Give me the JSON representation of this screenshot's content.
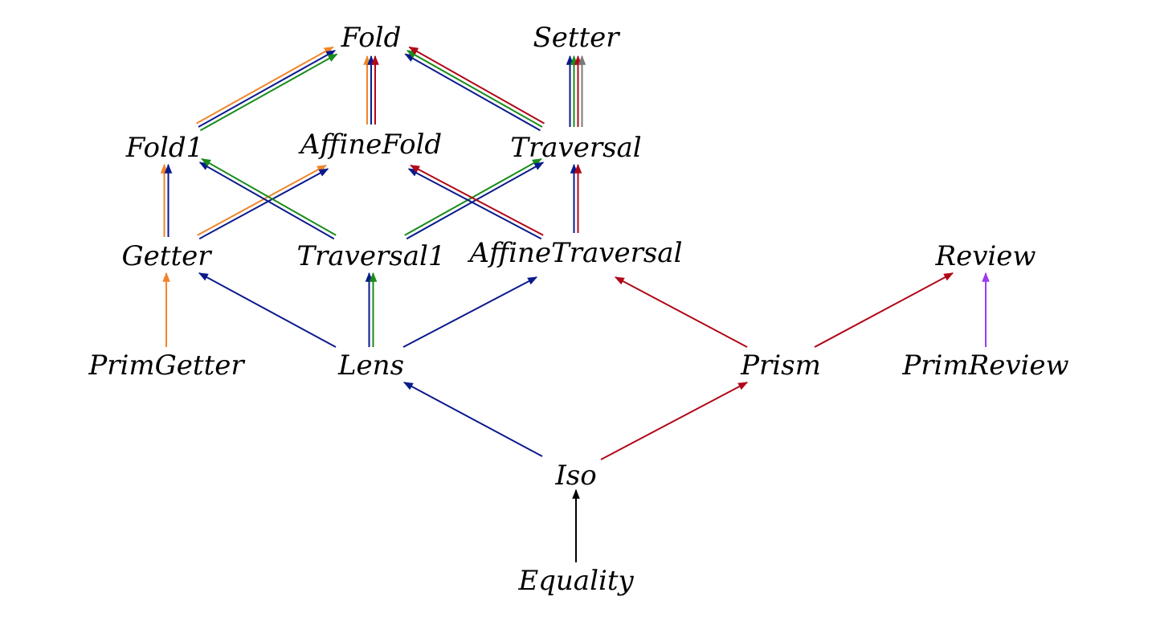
{
  "colors": {
    "blue": "#0a1a8c",
    "orange": "#f0852a",
    "red": "#b00818",
    "green": "#1a8c1a",
    "gray": "#7a7a7a",
    "purple": "#9a3af0",
    "black": "#000000"
  },
  "nodes": [
    {
      "id": "fold",
      "label": "Fold"
    },
    {
      "id": "setter",
      "label": "Setter"
    },
    {
      "id": "fold1",
      "label": "Fold1"
    },
    {
      "id": "affinefold",
      "label": "AffineFold"
    },
    {
      "id": "traversal",
      "label": "Traversal"
    },
    {
      "id": "getter",
      "label": "Getter"
    },
    {
      "id": "traversal1",
      "label": "Traversal1"
    },
    {
      "id": "affinetraversal",
      "label": "AffineTraversal"
    },
    {
      "id": "review",
      "label": "Review"
    },
    {
      "id": "primgetter",
      "label": "PrimGetter"
    },
    {
      "id": "lens",
      "label": "Lens"
    },
    {
      "id": "prism",
      "label": "Prism"
    },
    {
      "id": "primreview",
      "label": "PrimReview"
    },
    {
      "id": "iso",
      "label": "Iso"
    },
    {
      "id": "equality",
      "label": "Equality"
    }
  ],
  "edges": [
    {
      "from": "fold1",
      "to": "fold",
      "colors": [
        "orange",
        "blue",
        "green"
      ]
    },
    {
      "from": "affinefold",
      "to": "fold",
      "colors": [
        "orange",
        "blue",
        "red"
      ]
    },
    {
      "from": "traversal",
      "to": "fold",
      "colors": [
        "blue",
        "green",
        "red"
      ]
    },
    {
      "from": "traversal",
      "to": "setter",
      "colors": [
        "blue",
        "green",
        "red",
        "gray"
      ]
    },
    {
      "from": "getter",
      "to": "fold1",
      "colors": [
        "orange",
        "blue"
      ]
    },
    {
      "from": "getter",
      "to": "affinefold",
      "colors": [
        "orange",
        "blue"
      ]
    },
    {
      "from": "traversal1",
      "to": "fold1",
      "colors": [
        "blue",
        "green"
      ]
    },
    {
      "from": "traversal1",
      "to": "traversal",
      "colors": [
        "green",
        "blue"
      ]
    },
    {
      "from": "affinetraversal",
      "to": "affinefold",
      "colors": [
        "blue",
        "red"
      ]
    },
    {
      "from": "affinetraversal",
      "to": "traversal",
      "colors": [
        "blue",
        "red"
      ]
    },
    {
      "from": "primgetter",
      "to": "getter",
      "colors": [
        "orange"
      ]
    },
    {
      "from": "lens",
      "to": "getter",
      "colors": [
        "blue"
      ]
    },
    {
      "from": "lens",
      "to": "traversal1",
      "colors": [
        "blue",
        "green"
      ]
    },
    {
      "from": "lens",
      "to": "affinetraversal",
      "colors": [
        "blue"
      ]
    },
    {
      "from": "prism",
      "to": "affinetraversal",
      "colors": [
        "red"
      ]
    },
    {
      "from": "prism",
      "to": "review",
      "colors": [
        "red"
      ]
    },
    {
      "from": "primreview",
      "to": "review",
      "colors": [
        "purple"
      ]
    },
    {
      "from": "iso",
      "to": "lens",
      "colors": [
        "blue"
      ]
    },
    {
      "from": "iso",
      "to": "prism",
      "colors": [
        "red"
      ]
    },
    {
      "from": "equality",
      "to": "iso",
      "colors": [
        "black"
      ]
    }
  ]
}
